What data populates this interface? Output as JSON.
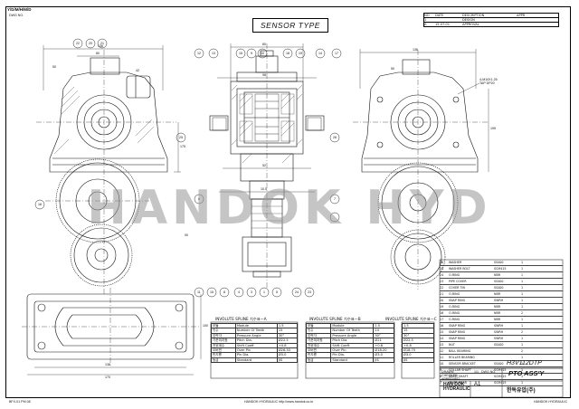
{
  "drawing": {
    "title": "SENSOR TYPE",
    "watermark": "HANDOK HYD",
    "corner_label": "Y/D/M/H/M/D",
    "corner_sub": "DWG  NO.",
    "footer_left": "BFX-01 PM 08",
    "footer_center": "HANDOK HYDRAULIC   http://www.handok.co.kr",
    "footer_right": "HANDOK HYDRAULIC"
  },
  "revision": {
    "headers": [
      "NO",
      "DATE",
      "DESCRIPTION",
      "APPR"
    ],
    "rows": [
      [
        "1",
        "",
        "DESIGN",
        ""
      ],
      [
        "A",
        "15.07.01",
        "APPROVAL",
        ""
      ]
    ]
  },
  "dimensions": {
    "left_width": "136",
    "left_top": "80",
    "left_d1": "50",
    "left_d2": "42",
    "center_w1": "80",
    "center_w2": "98",
    "center_w3": "52",
    "center_w4": "10.5",
    "right_width": "136",
    "right_d1": "50",
    "right_note": "4-M10X1.25\nTAP DP20",
    "bottom_w1": "136",
    "bottom_w2": "170",
    "bottom_h": "100",
    "vert_1": "175",
    "vert_2": "195",
    "vert_3": "90"
  },
  "callouts_top": [
    "22",
    "20",
    "21",
    "12",
    "13",
    "15",
    "9",
    "10",
    "18",
    "19",
    "14",
    "17"
  ],
  "callouts_mid": [
    "16",
    "25",
    "6",
    "7",
    "26"
  ],
  "callouts_bottom": [
    "11",
    "15",
    "8",
    "4",
    "3",
    "1",
    "5",
    "24",
    "23"
  ],
  "spline_tables": [
    {
      "title": "INVOLUTE SPLINE 치수표—A",
      "rows": [
        [
          "모듈",
          "Module",
          "1.5"
        ],
        [
          "잇수",
          "Number Of Teeth",
          "15"
        ],
        [
          "압력각",
          "Pressure Angle",
          "30°"
        ],
        [
          "기준피치원",
          "Pitch Dia.",
          "Ø22.5"
        ],
        [
          "전위계수",
          "Shift Coeff.",
          "+0.8"
        ],
        [
          "오버핀",
          "Over Pin",
          "Ø26.33"
        ],
        [
          "핀지름",
          "Pin Dia.",
          "Ø3.0"
        ],
        [
          "등급",
          "Standard",
          "JIS"
        ]
      ]
    },
    {
      "title": "INVOLUTE SPLINE 치수표—B",
      "rows": [
        [
          "모듈",
          "Module",
          "1.5"
        ],
        [
          "잇수",
          "Number Of Teeth",
          "14"
        ],
        [
          "압력각",
          "Pressure Angle",
          "30°"
        ],
        [
          "기준피치원",
          "Pitch Dia.",
          "Ø21"
        ],
        [
          "전위계수",
          "Shift Coeff.",
          "+0.8"
        ],
        [
          "오버핀",
          "Over Pin",
          "Ø18.20"
        ],
        [
          "핀지름",
          "Pin Dia.",
          "Ø3.0"
        ],
        [
          "등급",
          "Standard",
          "JIS"
        ]
      ]
    },
    {
      "title": "INVOLUTE SPLINE 치수표—C",
      "rows": [
        [
          "모듈",
          "Module",
          "1.5"
        ],
        [
          "잇수",
          "Number Of Teeth",
          "15"
        ],
        [
          "압력각",
          "Pressure Angle",
          "30°"
        ],
        [
          "기준피치원",
          "Pitch Dia.",
          "Ø22.5"
        ],
        [
          "전위계수",
          "Shift Coeff.",
          "+0.8"
        ],
        [
          "오버핀",
          "Over Pin",
          "Ø18.70"
        ],
        [
          "핀지름",
          "Pin Dia.",
          "Ø3.0"
        ],
        [
          "등급",
          "Standard",
          "JIS"
        ]
      ]
    }
  ],
  "bom": {
    "headers": [
      "NO",
      "PART NAME",
      "MATL",
      "Q'TY",
      "REMARK"
    ],
    "rows": [
      [
        "26",
        "WASHER",
        "SS400",
        "1",
        ""
      ],
      [
        "25",
        "WASHER BOLT",
        "SCM415",
        "1",
        ""
      ],
      [
        "24",
        "O-RING",
        "NBR",
        "1",
        ""
      ],
      [
        "23",
        "PIPE COVER",
        "SS400",
        "1",
        ""
      ],
      [
        "22",
        "COVER TIN",
        "SS400",
        "1",
        ""
      ],
      [
        "21",
        "O-RING",
        "NBR",
        "1",
        ""
      ],
      [
        "20",
        "SNAP RING",
        "SWRH",
        "1",
        ""
      ],
      [
        "19",
        "O-RING",
        "NBR",
        "1",
        ""
      ],
      [
        "18",
        "O-RING",
        "NBR",
        "2",
        ""
      ],
      [
        "17",
        "O-RING",
        "NBR",
        "1",
        ""
      ],
      [
        "16",
        "SNAP RING",
        "SWRH",
        "1",
        ""
      ],
      [
        "15",
        "SNAP RING",
        "SWRH",
        "2",
        ""
      ],
      [
        "14",
        "SNAP RING",
        "SWRH",
        "1",
        ""
      ],
      [
        "13",
        "NUT",
        "SS400",
        "1",
        ""
      ],
      [
        "12",
        "BALL BEARING",
        "",
        "2",
        ""
      ],
      [
        "11",
        "ROLLER BEARING",
        "",
        "1",
        ""
      ],
      [
        "10",
        "SENSOR BRACKET",
        "SS400",
        "1",
        ""
      ],
      [
        "9",
        "COLLAR SHAFT",
        "SCM415",
        "1",
        ""
      ],
      [
        "8",
        "IDLER SHAFT",
        "SCM415",
        "1",
        ""
      ],
      [
        "7",
        "IDLER GEAR",
        "SCM415",
        "1",
        ""
      ]
    ]
  },
  "title_block": {
    "model": "H3V112DTP",
    "part_name": "PTO ASS'Y",
    "scale": "1/1",
    "size": "A1",
    "company": "HAN DOK\nHYDRAULIC",
    "company_kr": "한독유압(주)",
    "drawn": "DRAWN",
    "checked": "CHECKED",
    "approved": "APPROVED",
    "dwg_no_label": "DWG NO."
  }
}
